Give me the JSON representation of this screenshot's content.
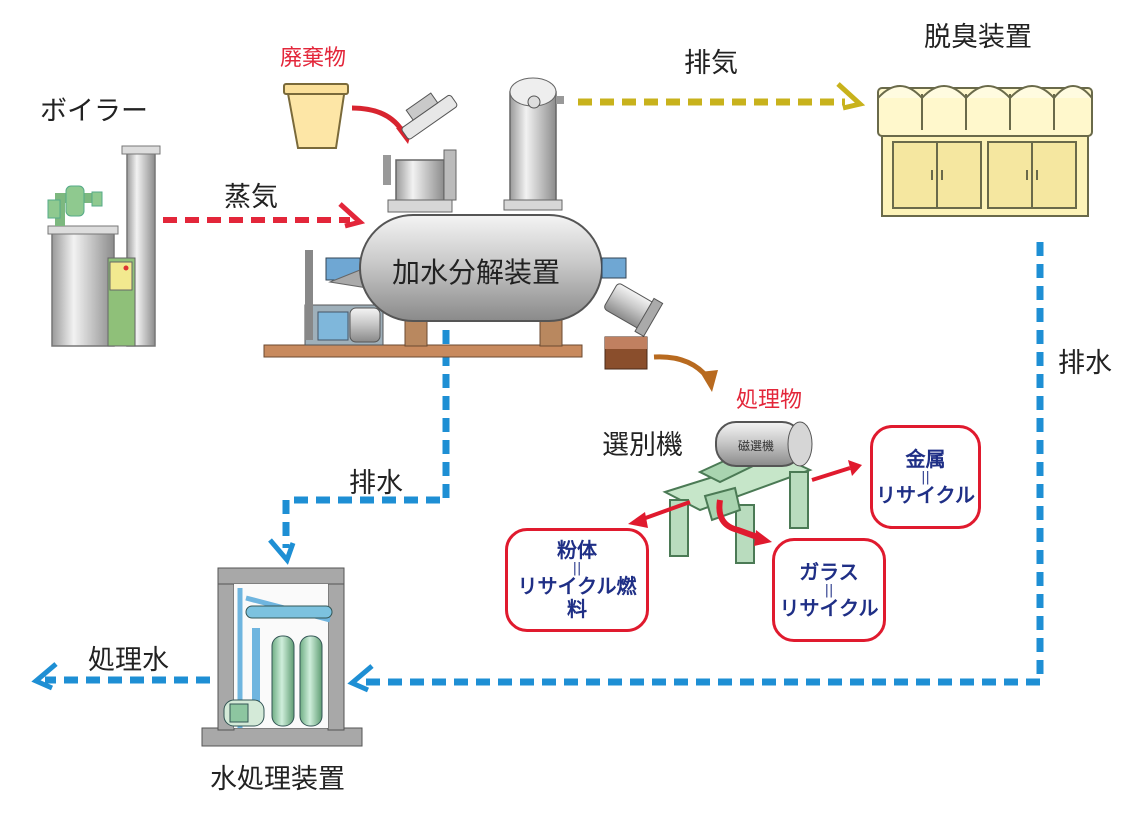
{
  "labels": {
    "boiler": "ボイラー",
    "steam": "蒸気",
    "waste": "廃棄物",
    "exhaust_gas": "排気",
    "deodorizer": "脱臭装置",
    "hydrolysis_unit": "加水分解装置",
    "drainage_right": "排水",
    "drainage_left": "排水",
    "processed_material": "処理物",
    "sorter": "選別機",
    "magnetic_separator": "磁選機",
    "treated_water": "処理水",
    "water_treatment": "水処理装置"
  },
  "outputs": {
    "metal": {
      "title": "金属",
      "sep": "||",
      "result": "リサイクル"
    },
    "powder": {
      "title": "粉体",
      "sep": "||",
      "result": "リサイクル燃料"
    },
    "glass": {
      "title": "ガラス",
      "sep": "||",
      "result": "リサイクル"
    }
  },
  "colors": {
    "steam_line": "#e3263a",
    "exhaust_line": "#c8b21c",
    "water_line": "#1e8fd4",
    "box_border": "#e01a2e",
    "box_text": "#1f2f86"
  }
}
